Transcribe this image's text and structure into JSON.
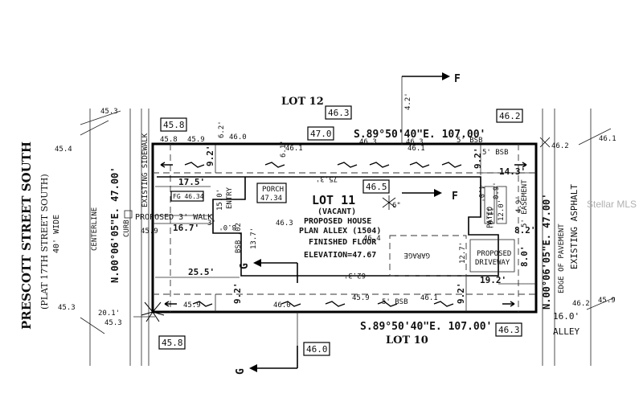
{
  "street": {
    "name": "PRESCOTT STREET SOUTH",
    "plat": "(PLAT 17TH STREET SOUTH)",
    "width": "40' WIDE",
    "centerline": "CENTERLINE",
    "curb": "CURB",
    "sidewalk": "EXISTING SIDEWALK"
  },
  "lots": {
    "north": "LOT 12",
    "south": "LOT 10"
  },
  "lot11": {
    "title": "LOT 11",
    "vacant": "(VACANT)",
    "house1": "PROPOSED HOUSE",
    "house2": "PLAN ALLEX (1504)",
    "floor1": "FINISHED FLOOR",
    "floor2": "ELEVATION=47.67"
  },
  "bearings": {
    "north": "S.89°50'40\"E. 107.00'",
    "south": "S.89°50'40\"E. 107.00'",
    "west": "N.00°06'05\"E. 47.00'",
    "east": "N.00°06'05\"E. 47.00'"
  },
  "boxed_elevations": {
    "nw_corner": "45.8",
    "sw_corner": "45.8",
    "north_mid": "46.3",
    "north_47": "47.0",
    "ne_corner": "46.2",
    "center": "46.5",
    "se_corner": "46.3",
    "south_mid": "46.0"
  },
  "porch": {
    "label": "PORCH",
    "elev": "47.34"
  },
  "fg": "FG 46.34",
  "alley": {
    "width": "16.0'",
    "label": "ALLEY",
    "asphalt": "EXISTING ASPHALT",
    "pavement": "EDGE OF PAVEMENT"
  },
  "features": {
    "walk": "PROPOSED 3' WALK",
    "entry": "ENTRY",
    "garage": "GARAGE",
    "driveway1": "PROPOSED",
    "driveway2": "DRIVEWAY",
    "patio": "PATIO",
    "easement": "5' EASEMENT",
    "bsb_north": "5' BSB",
    "bsb_south": "5' BSB",
    "bsb_north_label": "5' BSB",
    "bsb_west": "BSB ,02"
  },
  "sections": {
    "f": "F",
    "g": "G"
  },
  "dimensions": {
    "d9_2_nw": "9.2'",
    "d9_2_sw": "9.2'",
    "d9_2_ne": "9.2'",
    "d9_2_se": "9.2'",
    "d17_5": "17.5'",
    "d16_7": "16.7'",
    "d25_5": "25.5'",
    "d14_3": "14.3'",
    "d8_2": "8.2'",
    "d8_0": "8.0'",
    "d19_2": "19.2'",
    "d20_1": "20.1'",
    "d75_3": "75.3'",
    "d62_3": "62.3'",
    "d13_7": "13.7'",
    "d15_0": "15.0'",
    "d8_0b": "8.0'",
    "d12_7": "12.7'",
    "d12_0": "12.0'",
    "d11_0": "11.0'",
    "d4_0": "4.0'",
    "d6_1": "6.1'",
    "d6_2": "6.2'",
    "d4_2": "4.2'",
    "d0_9": "0.9'",
    "d4_9": "4.9'",
    "d3": "3'",
    "d6": "6\""
  },
  "spot_elevations": {
    "e45_3a": "45.3",
    "e45_3b": "45.3",
    "e45_3c": "45.3",
    "e45_4": "45.4",
    "e45_9a": "45.9",
    "e45_9b": "45.9",
    "e45_9c": "45.9",
    "e45_9d": "45.9",
    "e45_8": "45.8",
    "e46_0a": "46.0",
    "e46_0b": "46.0",
    "e46_1a": "46.1",
    "e46_1b": "46.1",
    "e46_1c": "46.1",
    "e46_1d": "46.1",
    "e46_2a": "46.2",
    "e46_2b": "46.2",
    "e46_3a": "46.3",
    "e46_3b": "46.3",
    "e46_3c": "46.3",
    "e46_4": "46.4",
    "e45_9e": "45.9"
  },
  "watermark": "Stellar MLS"
}
